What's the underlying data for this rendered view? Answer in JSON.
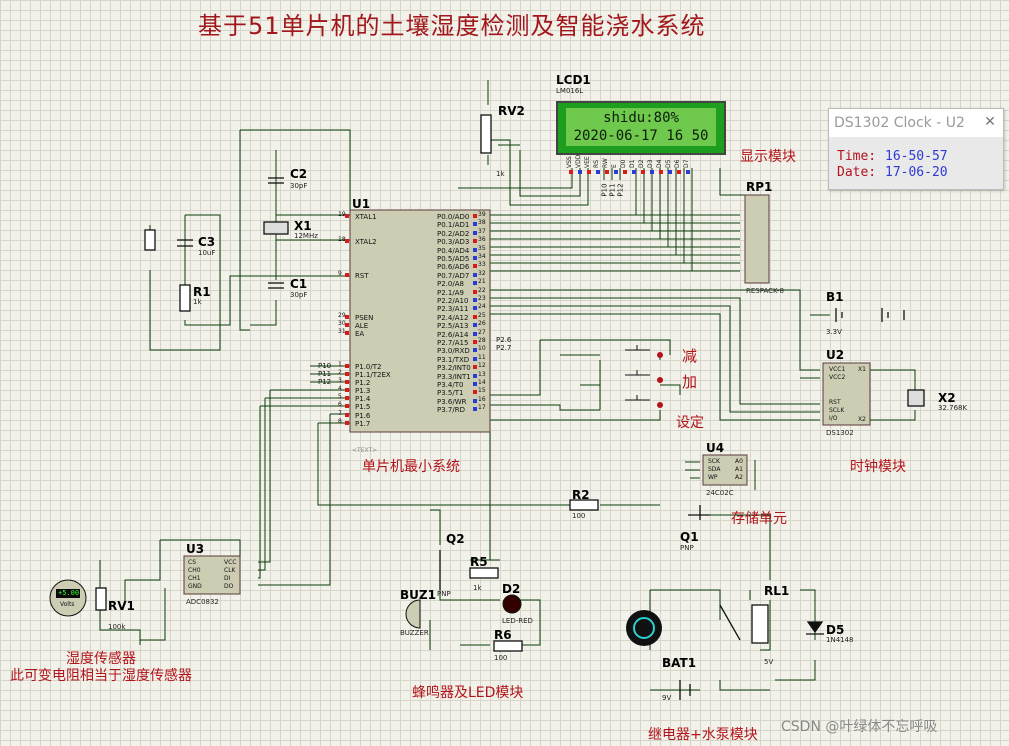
{
  "title": "基于51单片机的土壤湿度检测及智能浇水系统",
  "lcd": {
    "ref": "LCD1",
    "model": "LM016L",
    "line1": "shidu:80%",
    "line2": "2020-06-17 16 50",
    "module_label": "显示模块",
    "pins": [
      "VSS",
      "VDD",
      "VEE",
      "RS",
      "RW",
      "E",
      "D0",
      "D1",
      "D2",
      "D3",
      "D4",
      "D5",
      "D6",
      "D7"
    ]
  },
  "clock_window": {
    "title": "DS1302 Clock - U2",
    "close": "✕",
    "time_label": "Time:",
    "time_value": "16-50-57",
    "date_label": "Date:",
    "date_value": "17-06-20"
  },
  "mcu": {
    "ref": "U1",
    "caption": "单片机最小系统",
    "left_pins": [
      "XTAL1",
      "XTAL2",
      "RST",
      "PSEN",
      "ALE",
      "EA",
      "P1.0/T2",
      "P1.1/T2EX",
      "P1.2",
      "P1.3",
      "P1.4",
      "P1.5",
      "P1.6",
      "P1.7"
    ],
    "left_nums": [
      "19",
      "18",
      "9",
      "29",
      "30",
      "31",
      "1",
      "2",
      "3",
      "4",
      "5",
      "6",
      "7",
      "8"
    ],
    "right_pins": [
      "P0.0/AD0",
      "P0.1/AD1",
      "P0.2/AD2",
      "P0.3/AD3",
      "P0.4/AD4",
      "P0.5/AD5",
      "P0.6/AD6",
      "P0.7/AD7",
      "P2.0/A8",
      "P2.1/A9",
      "P2.2/A10",
      "P2.3/A11",
      "P2.4/A12",
      "P2.5/A13",
      "P2.6/A14",
      "P2.7/A15",
      "P3.0/RXD",
      "P3.1/TXD",
      "P3.2/INT0",
      "P3.3/INT1",
      "P3.4/T0",
      "P3.5/T1",
      "P3.6/WR",
      "P3.7/RD"
    ],
    "right_nums": [
      "39",
      "38",
      "37",
      "36",
      "35",
      "34",
      "33",
      "32",
      "21",
      "22",
      "23",
      "24",
      "25",
      "26",
      "27",
      "28",
      "10",
      "11",
      "12",
      "13",
      "14",
      "15",
      "16",
      "17"
    ],
    "text_tag": "<TEXT>"
  },
  "components": {
    "rv2": {
      "ref": "RV2",
      "val": "1k"
    },
    "c2": {
      "ref": "C2",
      "val": "30pF"
    },
    "c1": {
      "ref": "C1",
      "val": "30pF"
    },
    "x1": {
      "ref": "X1",
      "val": "12MHz"
    },
    "c3": {
      "ref": "C3",
      "val": "10uF"
    },
    "r1": {
      "ref": "R1",
      "val": "1k"
    },
    "rp1": {
      "ref": "RP1",
      "val": "RESPACK-8"
    },
    "b1": {
      "ref": "B1",
      "val": "3.3V"
    },
    "u2": {
      "ref": "U2",
      "val": "DS1302",
      "pins_l": [
        "VCC1",
        "VCC2",
        "RST",
        "SCLK",
        "I/O"
      ],
      "pins_r": [
        "X1",
        "X2"
      ]
    },
    "x2": {
      "ref": "X2",
      "val": "32.768K"
    },
    "u4": {
      "ref": "U4",
      "val": "24C02C",
      "pins_l": [
        "SCK",
        "SDA",
        "WP"
      ],
      "pins_r": [
        "A0",
        "A1",
        "A2"
      ]
    },
    "r2": {
      "ref": "R2",
      "val": "100"
    },
    "q1": {
      "ref": "Q1",
      "val": "PNP"
    },
    "q2": {
      "ref": "Q2",
      "val": "PNP"
    },
    "r5": {
      "ref": "R5",
      "val": "1k"
    },
    "d2": {
      "ref": "D2",
      "val": "LED-RED"
    },
    "buz1": {
      "ref": "BUZ1",
      "val": "BUZZER"
    },
    "r6": {
      "ref": "R6",
      "val": "100"
    },
    "u3": {
      "ref": "U3",
      "val": "ADC0832",
      "pins_l": [
        "CS",
        "CH0",
        "CH1",
        "GND"
      ],
      "pins_r": [
        "VCC",
        "CLK",
        "DI",
        "DO"
      ]
    },
    "rv1": {
      "ref": "RV1",
      "val": "100k"
    },
    "rl1": {
      "ref": "RL1",
      "val": "5V"
    },
    "d5": {
      "ref": "D5",
      "val": "1N4148"
    },
    "bat1": {
      "ref": "BAT1",
      "val": "9V"
    },
    "voltmeter": {
      "val": "+5.00",
      "unit": "Volts"
    }
  },
  "labels": {
    "key_minus": "减",
    "key_plus": "加",
    "key_set": "设定",
    "clock_module": "时钟模块",
    "storage_unit": "存储单元",
    "sensor_title": "湿度传感器",
    "sensor_note": "此可变电阻相当于湿度传感器",
    "buzzer_module": "蜂鸣器及LED模块",
    "relay_module": "继电器+水泵模块",
    "p10": "P10",
    "p11": "P11",
    "p12": "P12",
    "p26": "P2.6",
    "p27": "P2.7",
    "p10b": "P10",
    "p11b": "P11",
    "p12b": "P12"
  },
  "watermark": "CSDN @叶绿体不忘呼吸",
  "colors": {
    "wire": "#0a3d0a",
    "red": "#b3141b",
    "pin_red": "#d81c1c",
    "pin_blue": "#2d3bd6",
    "lcd_green": "#1e9e1e"
  }
}
